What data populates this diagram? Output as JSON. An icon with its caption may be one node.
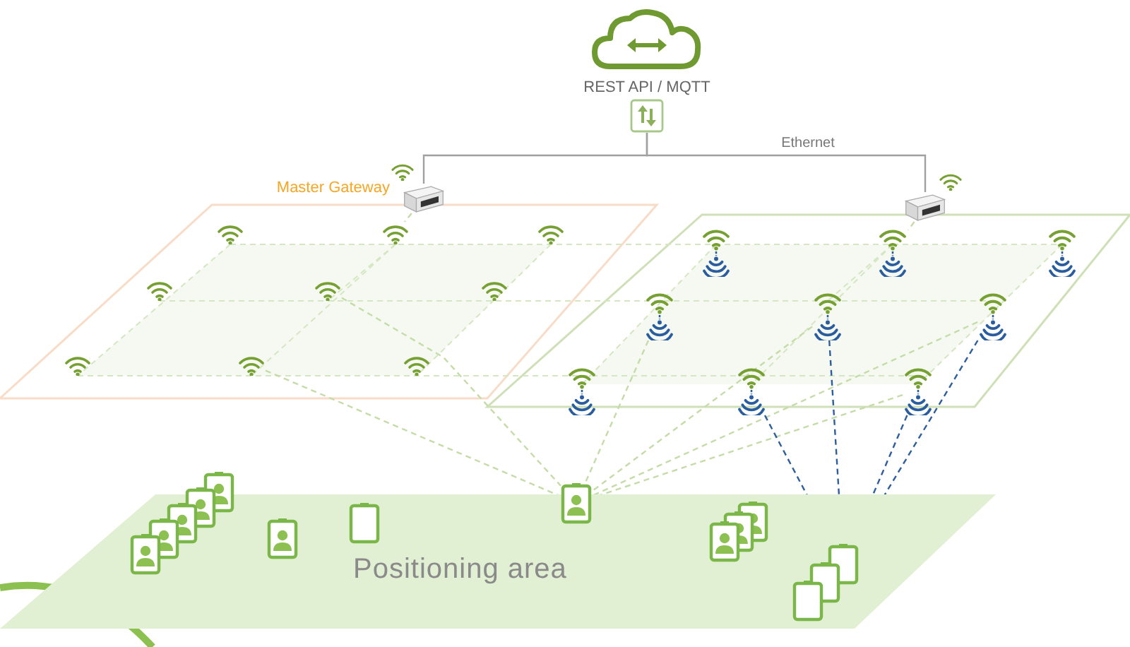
{
  "diagram": {
    "nodes": [
      {
        "text": [],
        "shape": "cloud",
        "beside": [
          "REST API / MQTT"
        ]
      },
      {
        "text": [],
        "shape": "picture"
      },
      {
        "text": [],
        "shape": "picture",
        "beside": [
          "Master Gateway"
        ]
      },
      {
        "text": [],
        "shape": "picture"
      },
      {
        "text": [],
        "shape": "picture"
      },
      {
        "text": [],
        "shape": "picture"
      },
      {
        "text": [],
        "shape": "picture"
      },
      {
        "text": [],
        "shape": "picture"
      },
      {
        "text": [],
        "shape": "picture"
      },
      {
        "text": [],
        "shape": "picture"
      },
      {
        "text": [],
        "shape": "picture"
      },
      {
        "text": [],
        "shape": "picture"
      },
      {
        "text": [],
        "shape": "picture"
      },
      {
        "text": [],
        "shape": "picture"
      },
      {
        "text": [],
        "shape": "picture"
      },
      {
        "text": [],
        "shape": "picture"
      },
      {
        "text": [],
        "shape": "picture"
      },
      {
        "text": [],
        "shape": "picture"
      },
      {
        "text": [],
        "shape": "picture"
      },
      {
        "text": [],
        "shape": "picture"
      },
      {
        "text": [],
        "shape": "picture"
      },
      {
        "text": [],
        "shape": "picture"
      },
      {
        "text": [
          "Positioning area"
        ]
      },
      {
        "text": [],
        "shape": "picture",
        "in": 22
      },
      {
        "text": [],
        "shape": "picture",
        "in": 22
      },
      {
        "text": [],
        "shape": "picture",
        "in": 22
      },
      {
        "text": [],
        "shape": "picture",
        "in": 22
      },
      {
        "text": [],
        "shape": "picture",
        "in": 22
      },
      {
        "text": [],
        "shape": "picture",
        "in": 22
      },
      {
        "text": [],
        "shape": "box",
        "in": 22
      },
      {
        "text": [],
        "shape": "picture",
        "in": 22
      },
      {
        "text": [],
        "shape": "picture",
        "in": 22
      },
      {
        "text": [],
        "shape": "picture",
        "in": 22
      },
      {
        "text": [],
        "shape": "picture",
        "in": 22
      },
      {
        "text": [],
        "shape": "box",
        "in": 22
      },
      {
        "text": [],
        "shape": "box",
        "in": 22
      },
      {
        "text": [],
        "shape": "box",
        "in": 22
      }
    ],
    "edges": [
      {
        "from": 1,
        "to": 2,
        "arrow": "none"
      },
      {
        "from": 1,
        "to": 3,
        "arrow": "none",
        "label": "Ethernet"
      },
      {
        "from": 11,
        "to": 30,
        "arrow": "none",
        "style": "dashed",
        "color": "#c5dca8"
      },
      {
        "from": 8,
        "to": 30,
        "arrow": "none",
        "style": "dashed",
        "color": "#c5dca8"
      },
      {
        "from": 16,
        "to": 30,
        "arrow": "none",
        "style": "dashed",
        "color": "#c5dca8"
      },
      {
        "from": 17,
        "to": 30,
        "arrow": "none",
        "style": "dashed",
        "color": "#c5dca8"
      },
      {
        "from": 18,
        "to": 30,
        "arrow": "none",
        "style": "dashed",
        "color": "#c5dca8"
      },
      {
        "from": 21,
        "to": 30,
        "arrow": "none",
        "style": "dashed",
        "color": "#c5dca8"
      },
      {
        "from": 20,
        "to": 36,
        "arrow": "none",
        "style": "dashed",
        "color": "#2e5e9e"
      },
      {
        "from": 17,
        "to": 36,
        "arrow": "none",
        "style": "dashed",
        "color": "#2e5e9e"
      },
      {
        "from": 21,
        "to": 36,
        "arrow": "none",
        "style": "dashed",
        "color": "#2e5e9e"
      },
      {
        "from": 18,
        "to": 36,
        "arrow": "none",
        "style": "dashed",
        "color": "#2e5e9e"
      },
      {
        "from": 2,
        "to": 5,
        "arrow": "none",
        "style": "dashed",
        "color": "#c5dca8"
      },
      {
        "from": 3,
        "to": 14,
        "arrow": "none",
        "style": "dashed",
        "color": "#c5dca8"
      }
    ]
  }
}
